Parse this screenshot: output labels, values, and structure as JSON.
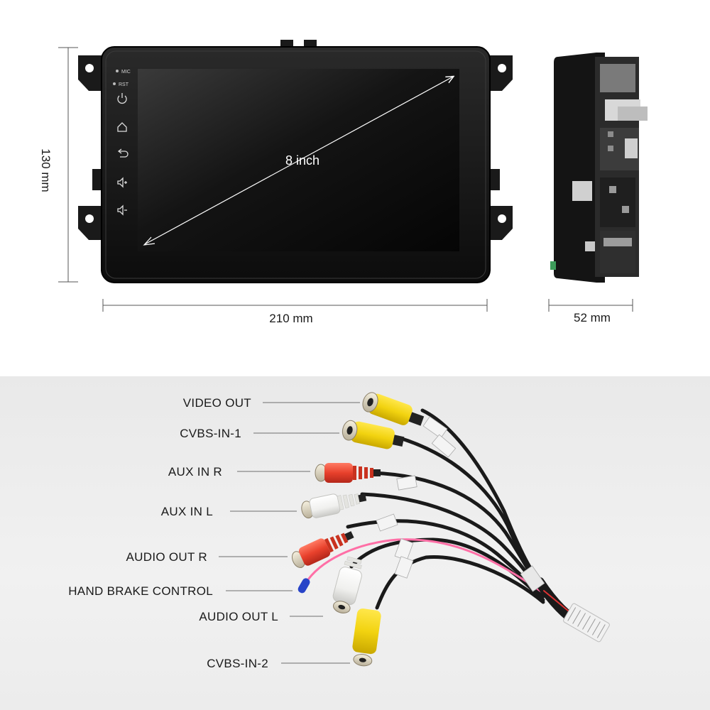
{
  "dimensions": {
    "height_label": "130 mm",
    "width_label": "210 mm",
    "depth_label": "52 mm",
    "diagonal_label": "8 inch"
  },
  "head_unit": {
    "mic_label": "MIC",
    "rst_label": "RST",
    "side_buttons": [
      "power-icon",
      "home-icon",
      "back-icon",
      "volume-up-icon",
      "volume-down-icon"
    ]
  },
  "cables": {
    "labels": [
      "VIDEO OUT",
      "CVBS-IN-1",
      "AUX IN R",
      "AUX IN L",
      "AUDIO OUT R",
      "HAND BRAKE CONTROL",
      "AUDIO OUT L",
      "CVBS-IN-2"
    ]
  },
  "colors": {
    "rca_yellow": "#f2d310",
    "rca_red": "#e8412c",
    "rca_white": "#f4f4f2",
    "hand_brake_wire": "#ff6fa6",
    "hand_brake_tip": "#2844c8",
    "bezel": "#121212"
  }
}
